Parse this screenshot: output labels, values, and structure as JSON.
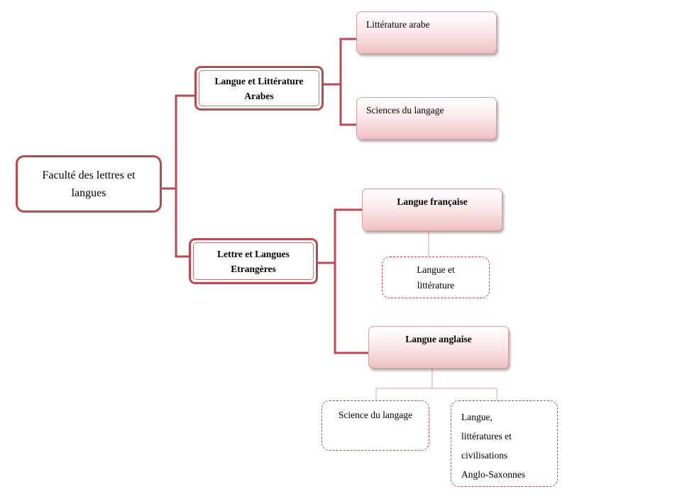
{
  "diagram": {
    "root": {
      "label": "Faculté des  lettres et langues"
    },
    "departments": [
      {
        "label": "Langue et Littérature Arabes",
        "programs": [
          {
            "label": "Littérature arabe"
          },
          {
            "label": "Sciences du langage"
          }
        ]
      },
      {
        "label": "Lettre et Langues Etrangères",
        "programs": [
          {
            "label": "Langue française",
            "specialties": [
              {
                "label": "Langue et\nlittérature"
              }
            ]
          },
          {
            "label": "Langue anglaise",
            "specialties": [
              {
                "label": "Science du langage"
              },
              {
                "label": "Langue,\nlittératures et\ncivilisations\nAnglo-Saxonnes"
              }
            ]
          }
        ]
      }
    ]
  },
  "colors": {
    "connector": "#b84a50",
    "border": "#b84a50",
    "dashed_border": "#c0454d",
    "gradient_bottom": "#eec1c4",
    "thin_connector": "#dba0a4"
  }
}
